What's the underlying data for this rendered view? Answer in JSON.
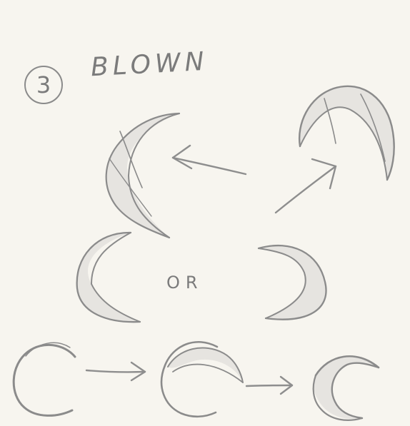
{
  "sketch": {
    "step_number": "3",
    "title": "BLOWN",
    "or_label": "OR"
  }
}
